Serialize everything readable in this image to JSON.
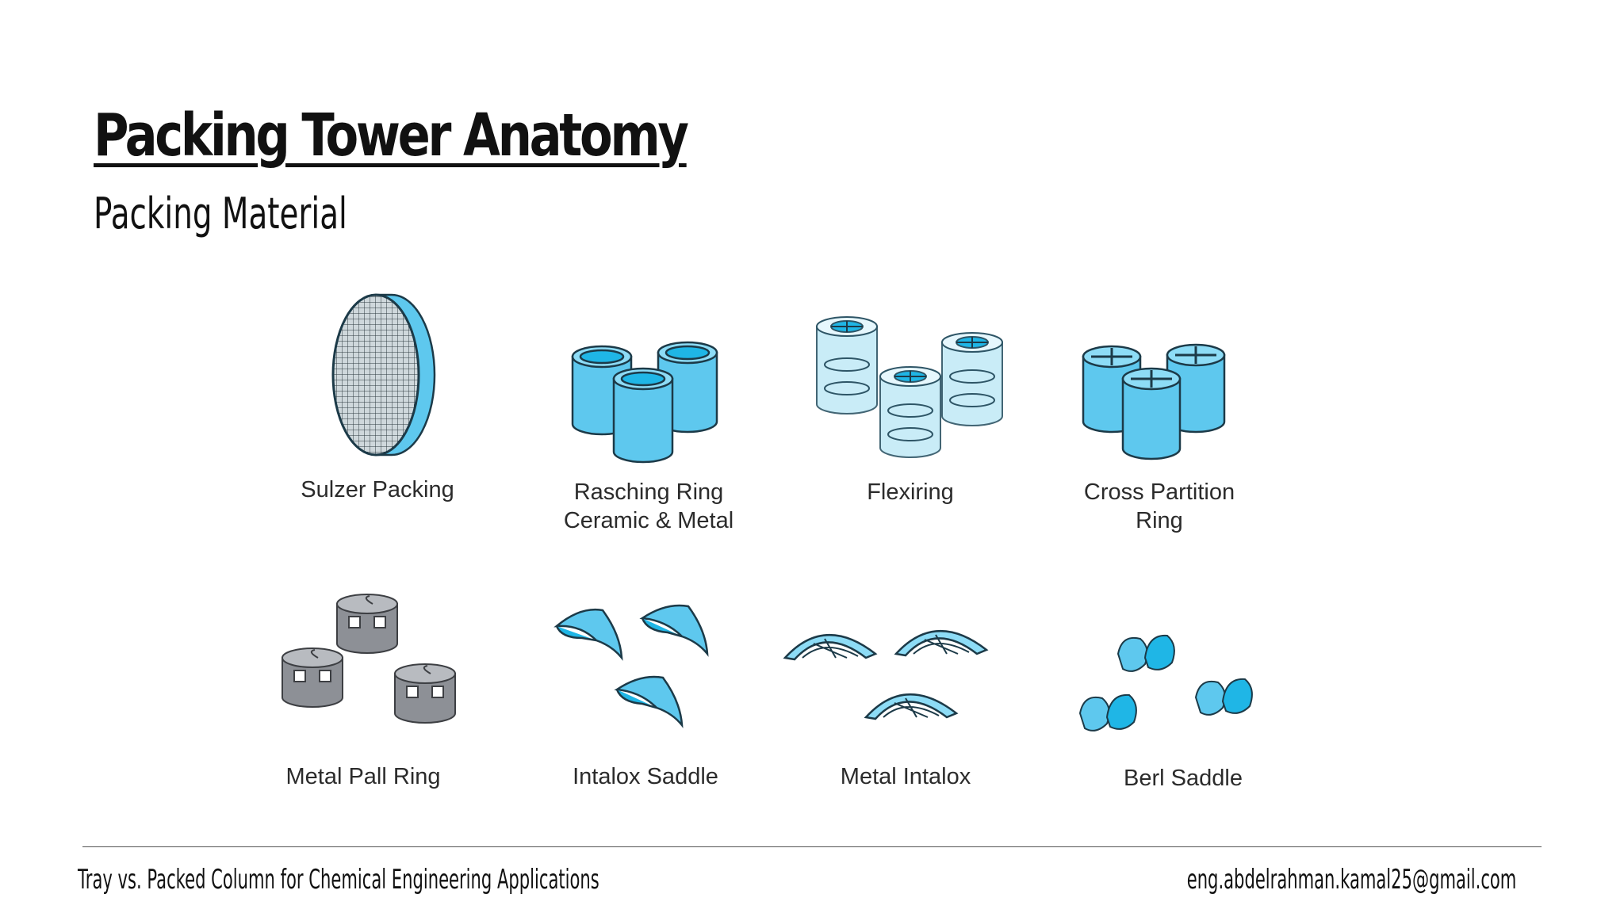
{
  "slide": {
    "title": "Packing Tower Anatomy",
    "subtitle": "Packing Material"
  },
  "figure": {
    "accent_color": "#5ec8ee",
    "metal_color": "#8d9096",
    "items": [
      {
        "label": "Sulzer Packing",
        "icon": "sulzer-packing-icon"
      },
      {
        "label": "Rasching Ring\nCeramic & Metal",
        "icon": "raschig-ring-icon"
      },
      {
        "label": "Flexiring",
        "icon": "flexiring-icon"
      },
      {
        "label": "Cross Partition\nRing",
        "icon": "cross-partition-ring-icon"
      },
      {
        "label": "Metal Pall Ring",
        "icon": "metal-pall-ring-icon"
      },
      {
        "label": "Intalox Saddle",
        "icon": "intalox-saddle-icon"
      },
      {
        "label": "Metal Intalox",
        "icon": "metal-intalox-icon"
      },
      {
        "label": "Berl Saddle",
        "icon": "berl-saddle-icon"
      }
    ]
  },
  "footer": {
    "left": "Tray vs. Packed Column for Chemical Engineering Applications",
    "right": "eng.abdelrahman.kamal25@gmail.com"
  }
}
